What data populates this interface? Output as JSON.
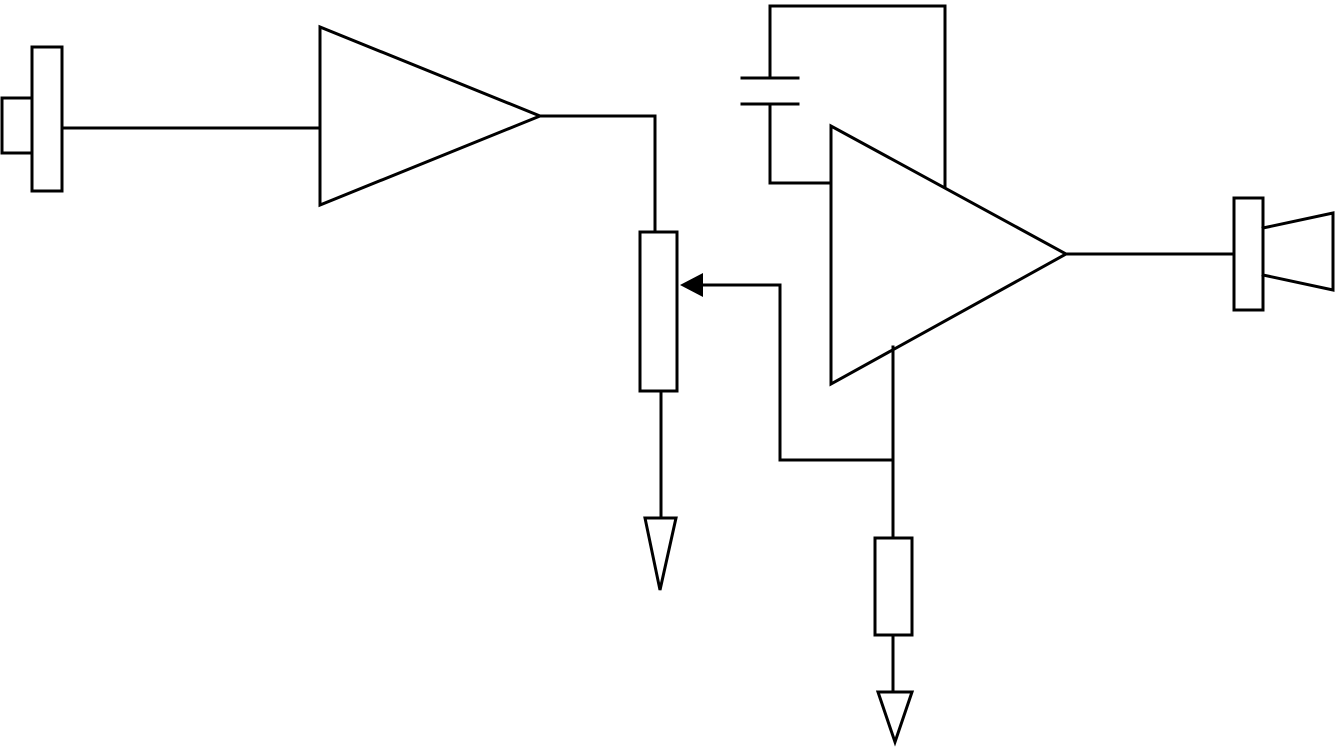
{
  "diagram": {
    "kind": "circuit-schematic",
    "colors": {
      "stroke": "#000000",
      "background": "#ffffff"
    },
    "components": [
      {
        "name": "microphone",
        "icon": "microphone-icon"
      },
      {
        "name": "preamplifier",
        "icon": "amplifier-triangle-icon"
      },
      {
        "name": "potentiometer",
        "icon": "variable-resistor-icon"
      },
      {
        "name": "feedback-capacitor",
        "icon": "capacitor-icon"
      },
      {
        "name": "power-amplifier",
        "icon": "amplifier-triangle-icon"
      },
      {
        "name": "resistor",
        "icon": "resistor-icon"
      },
      {
        "name": "ground-potentiometer",
        "icon": "ground-icon"
      },
      {
        "name": "ground-resistor",
        "icon": "ground-icon"
      },
      {
        "name": "loudspeaker",
        "icon": "speaker-icon"
      }
    ]
  }
}
